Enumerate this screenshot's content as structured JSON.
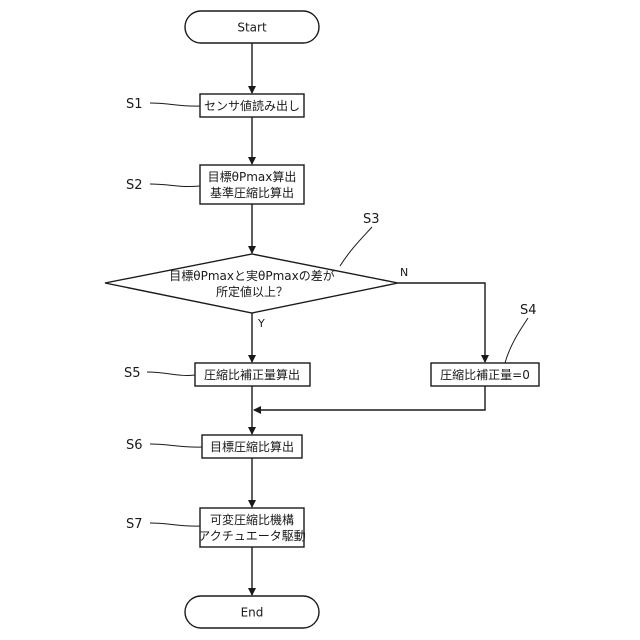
{
  "terminals": {
    "start": "Start",
    "end": "End"
  },
  "steps": {
    "s1": {
      "label": "S1",
      "lines": [
        "センサ値読み出し"
      ]
    },
    "s2": {
      "label": "S2",
      "lines": [
        "目標θPmax算出",
        "基準圧縮比算出"
      ]
    },
    "s3": {
      "label": "S3",
      "lines": [
        "目標θPmaxと実θPmaxの差が",
        "所定値以上？"
      ]
    },
    "s4": {
      "label": "S4",
      "lines": [
        "圧縮比補正量=0"
      ]
    },
    "s5": {
      "label": "S5",
      "lines": [
        "圧縮比補正量算出"
      ]
    },
    "s6": {
      "label": "S6",
      "lines": [
        "目標圧縮比算出"
      ]
    },
    "s7": {
      "label": "S7",
      "lines": [
        "可変圧縮比機構",
        "アクチュエータ駆動"
      ]
    }
  },
  "branches": {
    "no": "N",
    "yes": "Y"
  }
}
